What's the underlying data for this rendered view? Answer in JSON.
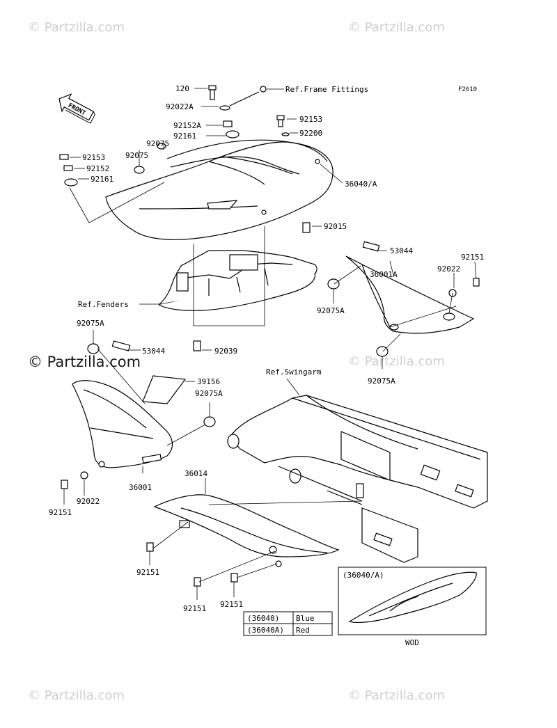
{
  "figure_id": "F2610",
  "watermark": "© Partzilla.com",
  "front_arrow_label": "FRONT",
  "callouts": {
    "c120": "120",
    "c92022A": "92022A",
    "ref_frame": "Ref.Frame Fittings",
    "c92152A": "92152A",
    "c92161_top": "92161",
    "c92153_top": "92153",
    "c92200": "92200",
    "c92153_left": "92153",
    "c92152_left": "92152",
    "c92161_left": "92161",
    "c92075_a": "92075",
    "c92075_b": "92075",
    "c36040A": "36040/A",
    "c92015": "92015",
    "c53044_r": "53044",
    "c36001A": "36001A",
    "c92022_r": "92022",
    "c92151_r": "92151",
    "ref_fenders": "Ref.Fenders",
    "c92075A_r1": "92075A",
    "c92075A_r2": "92075A",
    "c92075A_l1": "92075A",
    "c53044_l": "53044",
    "c92039": "92039",
    "c39156": "39156",
    "c92075A_l2": "92075A",
    "ref_swingarm": "Ref.Swingarm",
    "c36001": "36001",
    "c92022_l": "92022",
    "c92151_l": "92151",
    "c36014": "36014",
    "c92151_b1": "92151",
    "c92151_b2": "92151",
    "c92151_b3": "92151"
  },
  "inset": {
    "title": "(36040/A)",
    "caption": "WOD"
  },
  "color_table": {
    "rows": [
      {
        "code": "(36040)",
        "color": "Blue"
      },
      {
        "code": "(36040A)",
        "color": "Red"
      }
    ]
  }
}
